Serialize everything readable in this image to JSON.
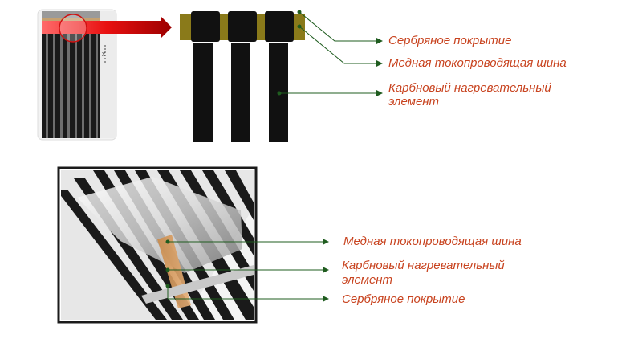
{
  "diagram": {
    "top_labels": {
      "silver": "Сербряное покрытие",
      "copper": "Медная токопроводящая шина",
      "carbon_line1": "Карбновый нагревательный",
      "carbon_line2": "элемент"
    },
    "bottom_labels": {
      "copper": "Медная токопроводящая шина",
      "carbon_line1": "Карбновый нагревательный",
      "carbon_line2": "элемент",
      "silver": "Сербряное покрытие"
    },
    "colors": {
      "label": "#c8431f",
      "leader": "#1f5c1f",
      "arrow": "#c40000",
      "copper_bus": "#8a7a1a",
      "carbon": "#111111"
    }
  }
}
